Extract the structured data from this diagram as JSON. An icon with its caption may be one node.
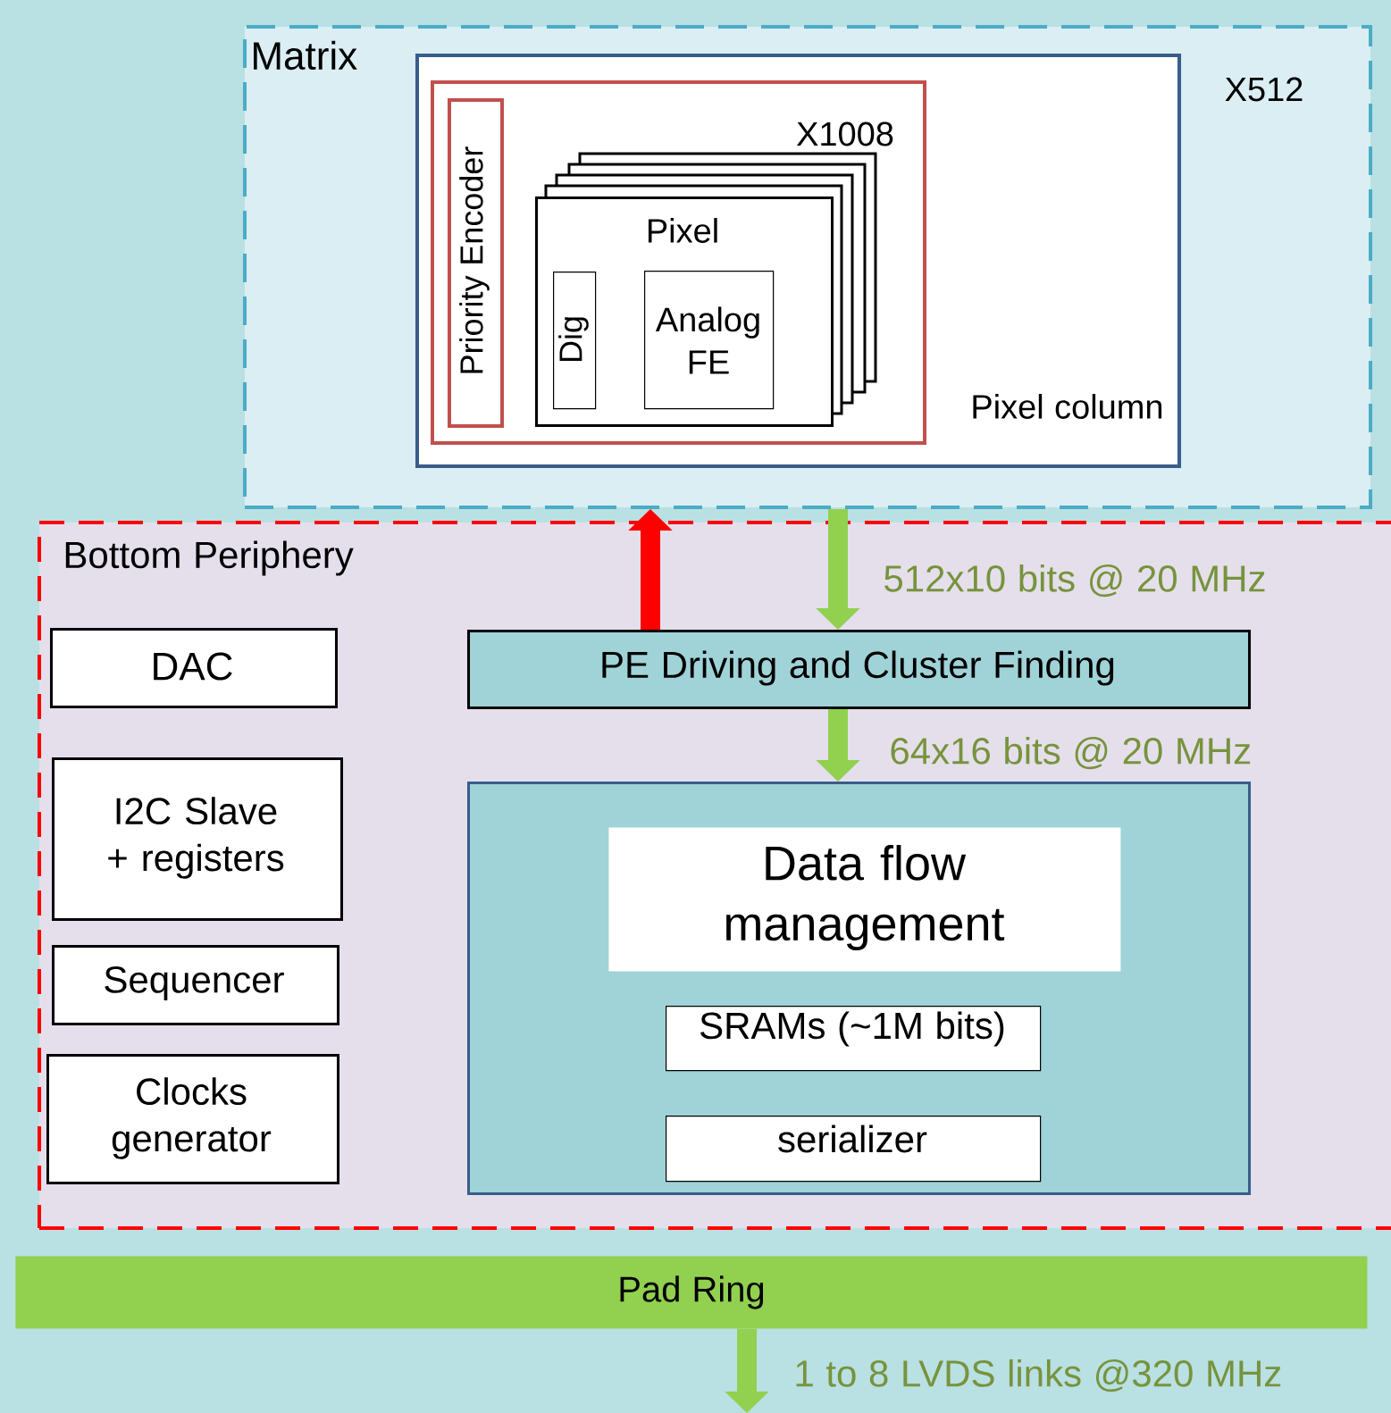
{
  "diagram": {
    "nodes": [
      {
        "text": [
          "Matrix"
        ]
      },
      {
        "text": [
          "Pixel column"
        ],
        "in": 0
      },
      {
        "text": [],
        "shape": "box",
        "in": 1
      },
      {
        "text": [
          "Priority Encoder"
        ],
        "in": 2
      },
      {
        "text": [
          "Pixel"
        ],
        "in": 2
      },
      {
        "text": [
          "Dig"
        ],
        "in": 4
      },
      {
        "text": [
          "Analog FE"
        ],
        "in": 4
      },
      {
        "text": [
          "Bottom Periphery"
        ]
      },
      {
        "text": [
          "DAC"
        ],
        "in": 7
      },
      {
        "text": [
          "I2C Slave + registers"
        ],
        "in": 7
      },
      {
        "text": [
          "Sequencer"
        ],
        "in": 7
      },
      {
        "text": [
          "Clocks generator"
        ],
        "in": 7
      },
      {
        "text": [
          "PE Driving and Cluster Finding"
        ],
        "in": 7
      },
      {
        "text": [],
        "shape": "box",
        "in": 7
      },
      {
        "text": [
          "Data flow management"
        ],
        "in": 13
      },
      {
        "text": [
          "SRAMs (~1M bits)"
        ],
        "in": 13
      },
      {
        "text": [
          "serializer"
        ],
        "in": 13
      },
      {
        "text": [
          "Pad Ring"
        ]
      }
    ],
    "edges": [
      {
        "from": 12,
        "to": 0,
        "arrow": "to",
        "color": "#ff0000"
      },
      {
        "from": 0,
        "to": 12,
        "arrow": "to",
        "label": "512x10 bits @ 20 MHz"
      },
      {
        "from": 12,
        "to": 13,
        "arrow": "to",
        "label": "64x16 bits @ 20 MHz"
      },
      {
        "from": 17,
        "to": null,
        "arrow": "to",
        "label": "1 to 8 LVDS links @320 MHz"
      }
    ],
    "labels": [
      "X512",
      "X1008"
    ]
  }
}
